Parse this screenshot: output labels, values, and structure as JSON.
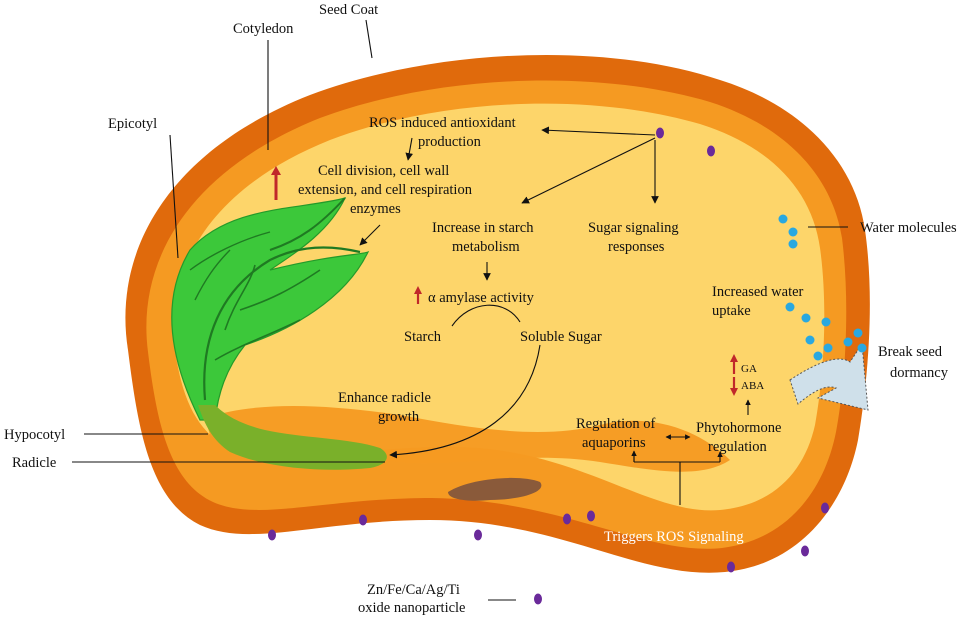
{
  "labels": {
    "seed_coat": "Seed Coat",
    "cotyledon": "Cotyledon",
    "epicotyl": "Epicotyl",
    "hypocotyl": "Hypocotyl",
    "radicle": "Radicle",
    "water_molecules": "Water molecules",
    "break_dormancy": [
      "Break seed",
      "dormancy"
    ],
    "nanoparticle": [
      "Zn/Fe/Ca/Ag/Ti",
      "oxide nanoparticle"
    ],
    "triggers_ros": "Triggers ROS Signaling"
  },
  "processes": {
    "ros_antioxidant": [
      "ROS induced antioxidant",
      "production"
    ],
    "cell_division": [
      "Cell division, cell wall",
      "extension, and cell respiration",
      "enzymes"
    ],
    "starch_metabolism": [
      "Increase in starch",
      "metabolism"
    ],
    "sugar_signaling": [
      "Sugar signaling",
      "responses"
    ],
    "amylase": "α amylase activity",
    "starch": "Starch",
    "soluble_sugar": "Soluble Sugar",
    "water_uptake": [
      "Increased water",
      "uptake"
    ],
    "radicle_growth": [
      "Enhance radicle",
      "growth"
    ],
    "aquaporins": [
      "Regulation of",
      "aquaporins"
    ],
    "phytohormone": [
      "Phytohormone",
      "regulation"
    ],
    "ga": "GA",
    "aba": "ABA"
  },
  "colors": {
    "seed_coat_outer": "#e06a0c",
    "seed_coat_mid": "#f59a22",
    "endosperm": "#fdd56a",
    "cotyledon_green": "#3cc83a",
    "hypocotyl_green": "#7ab02a",
    "nanoparticle": "#6a2a9a",
    "water": "#29a8e0",
    "up_arrow": "#c0282a",
    "dormancy_arrow": "#cfe0ea"
  }
}
